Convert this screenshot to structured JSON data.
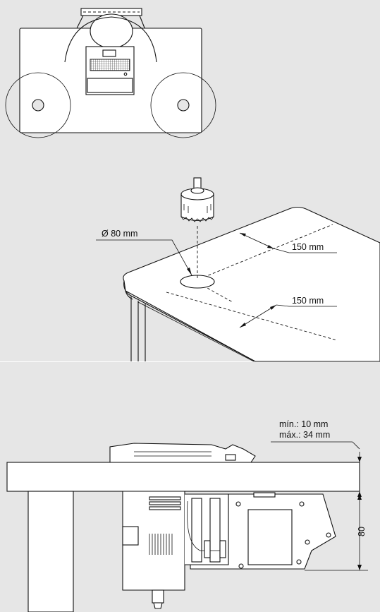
{
  "diagram": {
    "panel_top": {},
    "panel_middle": {
      "hole_diameter_label": "Ø 80 mm",
      "edge_distance_back_label": "150 mm",
      "edge_distance_front_label": "150 mm"
    },
    "panel_bottom": {
      "thickness_min_label": "mín.: 10 mm",
      "thickness_max_label": "máx.: 34 mm",
      "depth_label": "80"
    }
  },
  "colors": {
    "background": "#e6e6e6",
    "line": "#111111",
    "fill": "#ffffff"
  }
}
